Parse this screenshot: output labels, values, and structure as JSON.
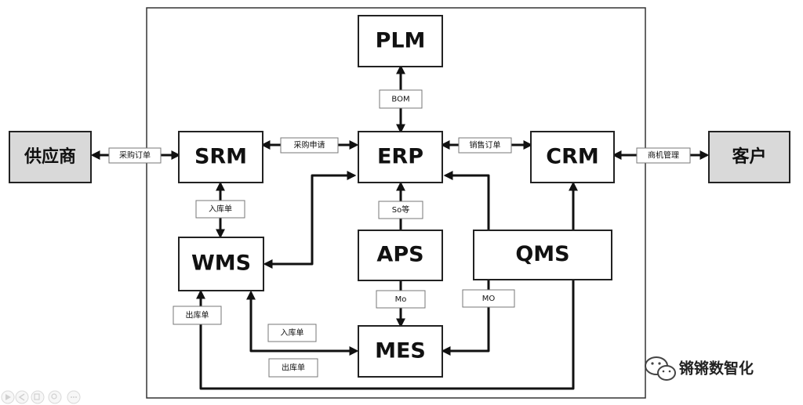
{
  "systems": {
    "plm": "PLM",
    "erp": "ERP",
    "srm": "SRM",
    "crm": "CRM",
    "wms": "WMS",
    "aps": "APS",
    "qms": "QMS",
    "mes": "MES"
  },
  "externals": {
    "supplier": "供应商",
    "customer": "客户"
  },
  "flows": {
    "bom": "BOM",
    "purchase_order": "采购订单",
    "purchase_request": "采购申请",
    "sales_order": "销售订单",
    "opportunity_mgmt": "商机管理",
    "receipt_slip": "入库单",
    "so_etc": "So等",
    "mo_aps": "Mo",
    "mo_qms": "MO",
    "issue_slip": "出库单",
    "mes_receipt_slip": "入库单",
    "mes_issue_slip": "出库单"
  },
  "watermark": {
    "text": "锵锵数智化",
    "icon": "wechat-icon"
  },
  "controls": {
    "icons": [
      "play-icon",
      "prev-icon",
      "copy-icon",
      "zoom-icon",
      "more-icon"
    ]
  }
}
